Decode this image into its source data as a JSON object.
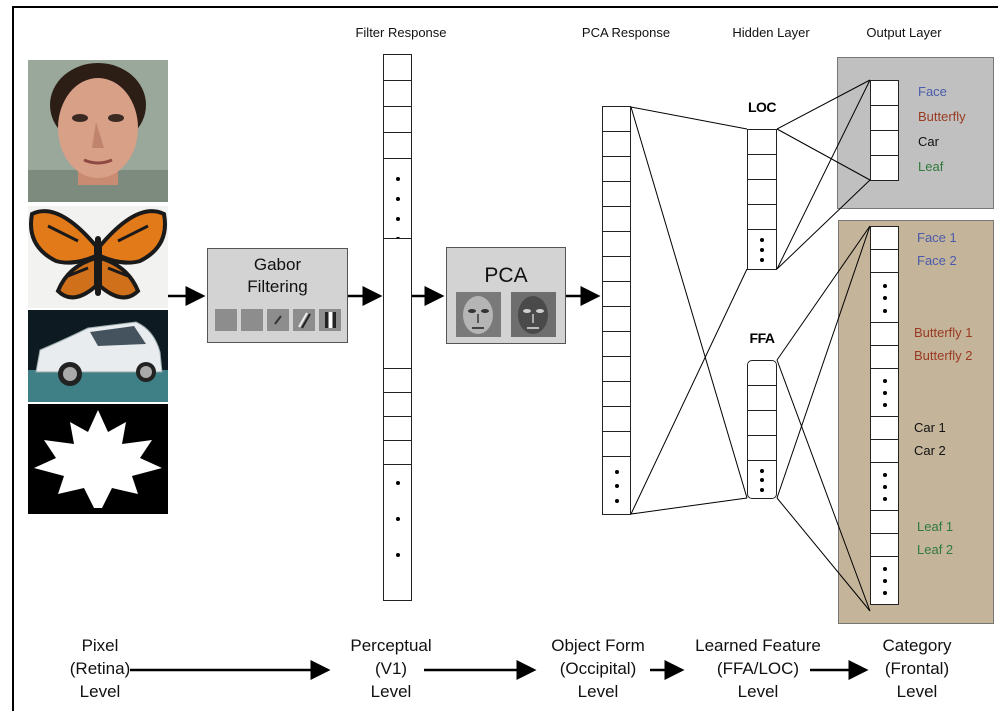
{
  "headers": {
    "filter_response": "Filter Response",
    "pca_response": "PCA Response",
    "hidden_layer": "Hidden Layer",
    "output_layer": "Output Layer"
  },
  "gabor": {
    "line1": "Gabor",
    "line2": "Filtering"
  },
  "pca": {
    "title": "PCA"
  },
  "hidden": {
    "loc": "LOC",
    "ffa": "FFA"
  },
  "output_top": {
    "labels": [
      "Face",
      "Butterfly",
      "Car",
      "Leaf"
    ],
    "colors": [
      "#4a5bab",
      "#9a3a22",
      "#111111",
      "#2f7a3c"
    ],
    "background": "#c0c0c0"
  },
  "output_bottom": {
    "labels": [
      "Face 1",
      "Face 2",
      "Butterfly 1",
      "Butterfly 2",
      "Car 1",
      "Car 2",
      "Leaf 1",
      "Leaf 2"
    ],
    "background": "#c4b49a"
  },
  "levels": [
    {
      "line1": "Pixel",
      "line2": "(Retina)",
      "line3": "Level"
    },
    {
      "line1": "Perceptual",
      "line2": "(V1)",
      "line3": "Level"
    },
    {
      "line1": "Object Form",
      "line2": "(Occipital)",
      "line3": "Level"
    },
    {
      "line1": "Learned Feature",
      "line2": "(FFA/LOC)",
      "line3": "Level"
    },
    {
      "line1": "Category",
      "line2": "(Frontal)",
      "line3": "Level"
    }
  ],
  "input_images": [
    "face",
    "butterfly",
    "car",
    "leaf"
  ]
}
